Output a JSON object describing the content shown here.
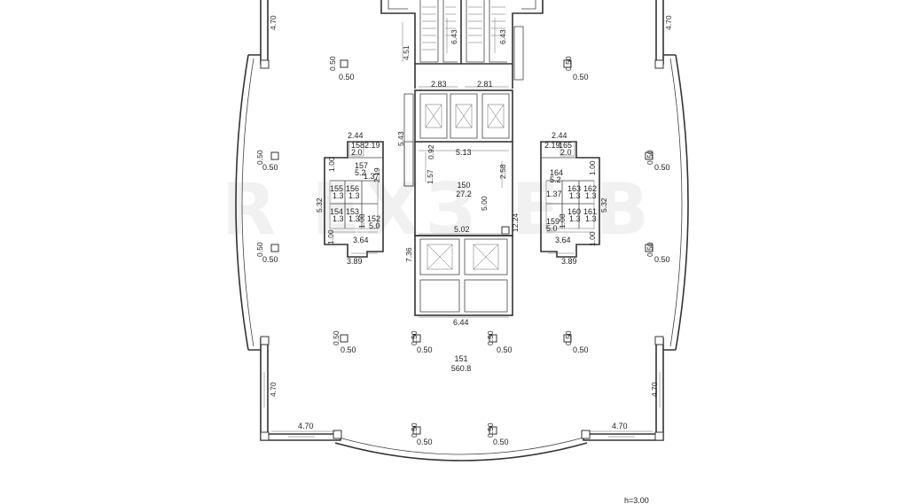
{
  "plan": {
    "rooms": {
      "r150": {
        "id": "150",
        "area": "27.2"
      },
      "r151": {
        "id": "151",
        "area": "560.8"
      },
      "r152": {
        "id": "152",
        "area": "5.0"
      },
      "r153": {
        "id": "153",
        "area": "1.3"
      },
      "r154": {
        "id": "154",
        "area": "1.3"
      },
      "r155": {
        "id": "155",
        "area": "1.3"
      },
      "r156": {
        "id": "156",
        "area": "1.3"
      },
      "r157": {
        "id": "157",
        "area": "5.2"
      },
      "r158": {
        "id": "158",
        "area": "2.0"
      },
      "r159": {
        "id": "159",
        "area": "5.0"
      },
      "r160": {
        "id": "160",
        "area": "1.3"
      },
      "r161": {
        "id": "161",
        "area": "1.3"
      },
      "r162": {
        "id": "162",
        "area": "1.3"
      },
      "r163": {
        "id": "163",
        "area": "1.3"
      },
      "r164": {
        "id": "164",
        "area": "5.2"
      },
      "r165": {
        "id": "165",
        "area": "2.0"
      }
    },
    "dims": {
      "d470": "4.70",
      "d050": "0.50",
      "d451": "4.51",
      "d643": "6.43",
      "d283": "2.83",
      "d281": "2.81",
      "d543": "5.43",
      "d513": "5.13",
      "d092": "0.92",
      "d157": "1.57",
      "d258": "2.58",
      "d500": "5.00",
      "d502": "5.02",
      "d736": "7.36",
      "d1224": "12.24",
      "d644": "6.44",
      "d244": "2.44",
      "d219": "2.19",
      "d100": "1.00",
      "d532": "5.32",
      "d137": "1.37",
      "d108": "1.08",
      "d364": "3.64",
      "d389": "3.89"
    },
    "footer_note": "h=3.00"
  },
  "watermark": "R ЕХЗ Е В"
}
